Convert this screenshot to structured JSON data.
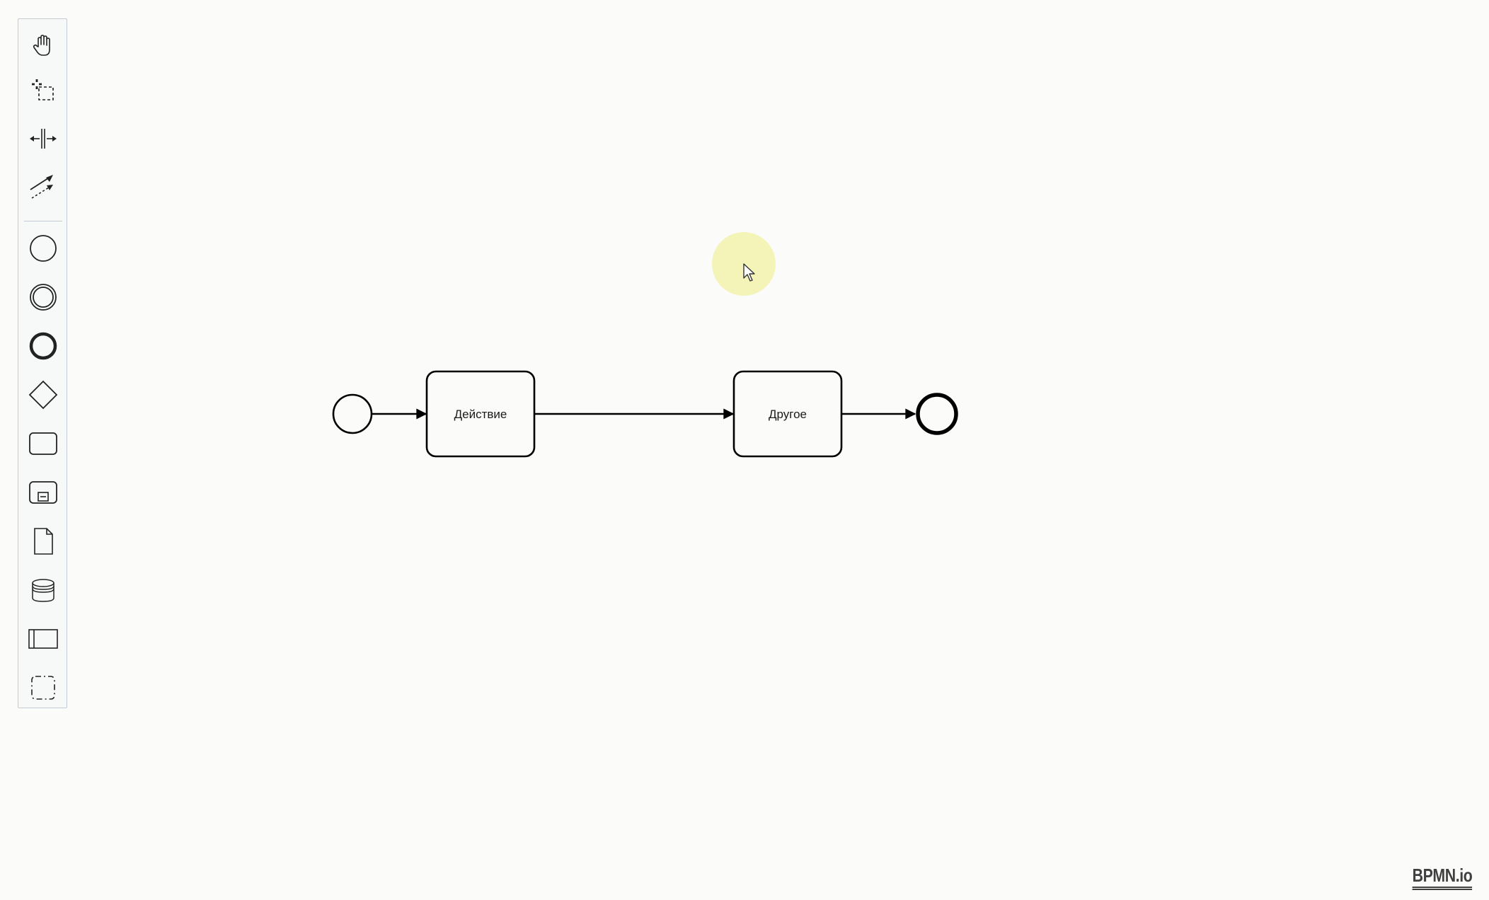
{
  "palette": {
    "tools": [
      {
        "icon": "hand-tool-icon",
        "name": "hand-tool"
      },
      {
        "icon": "lasso-tool-icon",
        "name": "lasso-tool"
      },
      {
        "icon": "space-tool-icon",
        "name": "space-tool"
      },
      {
        "icon": "global-connect-tool-icon",
        "name": "global-connect-tool"
      },
      {
        "icon": "start-event-icon",
        "name": "create-start-event"
      },
      {
        "icon": "intermediate-event-icon",
        "name": "create-intermediate-event"
      },
      {
        "icon": "end-event-icon",
        "name": "create-end-event"
      },
      {
        "icon": "gateway-icon",
        "name": "create-gateway"
      },
      {
        "icon": "task-icon",
        "name": "create-task"
      },
      {
        "icon": "subprocess-icon",
        "name": "create-subprocess"
      },
      {
        "icon": "data-object-icon",
        "name": "create-data-object"
      },
      {
        "icon": "data-store-icon",
        "name": "create-data-store"
      },
      {
        "icon": "pool-icon",
        "name": "create-pool"
      },
      {
        "icon": "group-icon",
        "name": "create-group"
      }
    ]
  },
  "diagram": {
    "tasks": [
      {
        "label": "Действие"
      },
      {
        "label": "Другое"
      }
    ]
  },
  "colors": {
    "stroke": "#000000",
    "canvas": "#fbfbfa",
    "palette_bg": "#f7f8f8",
    "highlight": "#f0f096"
  },
  "brand": {
    "text": "BPMN.io"
  }
}
